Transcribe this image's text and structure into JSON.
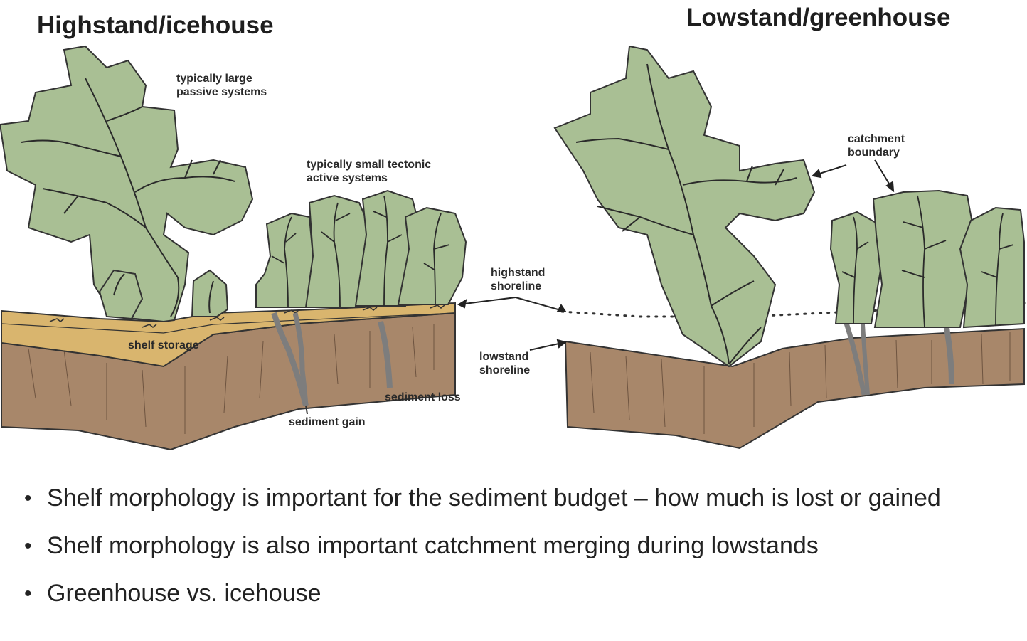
{
  "panels": {
    "left_title": "Highstand/icehouse",
    "right_title": "Lowstand/greenhouse"
  },
  "labels": {
    "large_passive": "typically large\npassive systems",
    "small_tectonic": "typically small tectonic\nactive systems",
    "shelf_storage": "shelf storage",
    "sediment_gain": "sediment gain",
    "sediment_loss": "sediment loss",
    "highstand_shoreline": "highstand\nshoreline",
    "lowstand_shoreline": "lowstand\nshoreline",
    "catchment_boundary": "catchment\nboundary"
  },
  "bullets": [
    "Shelf morphology is important for the sediment budget – how much is lost or gained",
    "Shelf morphology is also important catchment merging during lowstands",
    "Greenhouse vs. icehouse"
  ],
  "colors": {
    "catchment_fill": "#a9bf94",
    "outline": "#333333",
    "shelf_sand": "#d9b56e",
    "substrate": "#a8876a",
    "channel": "#7d7d7d"
  }
}
